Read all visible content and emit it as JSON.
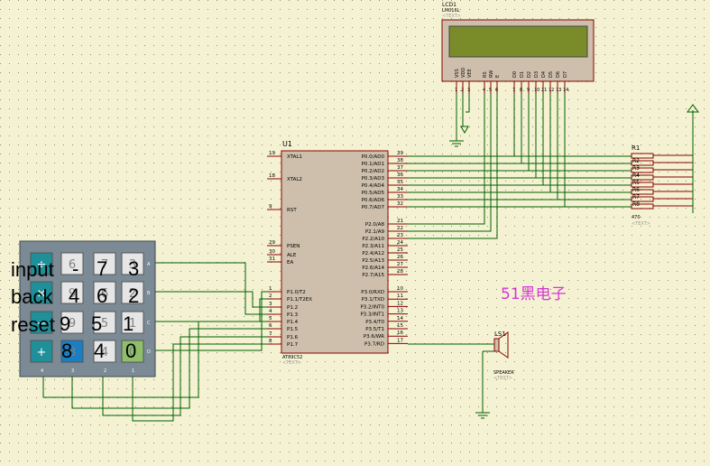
{
  "lcd": {
    "ref": "LCD1",
    "model": "LM016L",
    "text": "<TEXT>",
    "pins": [
      "VSS",
      "VDD",
      "VEE",
      "RS",
      "RW",
      "E",
      "D0",
      "D1",
      "D2",
      "D3",
      "D4",
      "D5",
      "D6",
      "D7"
    ],
    "pin_numbers": [
      "1",
      "2",
      "3",
      "4",
      "5",
      "6",
      "7",
      "8",
      "9",
      "10",
      "11",
      "12",
      "13",
      "14"
    ]
  },
  "mcu": {
    "ref": "U1",
    "model": "AT89C52",
    "text": "<TEXT>",
    "left_pins": [
      {
        "name": "XTAL1",
        "num": "19"
      },
      {
        "name": "XTAL2",
        "num": "18"
      },
      {
        "name": "RST",
        "num": "9"
      },
      {
        "name": "PSEN",
        "num": "29"
      },
      {
        "name": "ALE",
        "num": "30"
      },
      {
        "name": "EA",
        "num": "31"
      },
      {
        "name": "P1.0/T2",
        "num": "1"
      },
      {
        "name": "P1.1/T2EX",
        "num": "2"
      },
      {
        "name": "P1.2",
        "num": "3"
      },
      {
        "name": "P1.3",
        "num": "4"
      },
      {
        "name": "P1.4",
        "num": "5"
      },
      {
        "name": "P1.5",
        "num": "6"
      },
      {
        "name": "P1.6",
        "num": "7"
      },
      {
        "name": "P1.7",
        "num": "8"
      }
    ],
    "right_pins": [
      {
        "name": "P0.0/AD0",
        "num": "39"
      },
      {
        "name": "P0.1/AD1",
        "num": "38"
      },
      {
        "name": "P0.2/AD2",
        "num": "37"
      },
      {
        "name": "P0.3/AD3",
        "num": "36"
      },
      {
        "name": "P0.4/AD4",
        "num": "35"
      },
      {
        "name": "P0.5/AD5",
        "num": "34"
      },
      {
        "name": "P0.6/AD6",
        "num": "33"
      },
      {
        "name": "P0.7/AD7",
        "num": "32"
      },
      {
        "name": "P2.0/A8",
        "num": "21"
      },
      {
        "name": "P2.1/A9",
        "num": "22"
      },
      {
        "name": "P2.2/A10",
        "num": "23"
      },
      {
        "name": "P2.3/A11",
        "num": "24"
      },
      {
        "name": "P2.4/A12",
        "num": "25"
      },
      {
        "name": "P2.5/A13",
        "num": "26"
      },
      {
        "name": "P2.6/A14",
        "num": "27"
      },
      {
        "name": "P2.7/A15",
        "num": "28"
      },
      {
        "name": "P3.0/RXD",
        "num": "10"
      },
      {
        "name": "P3.1/TXD",
        "num": "11"
      },
      {
        "name": "P3.2/INT0",
        "num": "12"
      },
      {
        "name": "P3.3/INT1",
        "num": "13"
      },
      {
        "name": "P3.4/T0",
        "num": "14"
      },
      {
        "name": "P3.5/T1",
        "num": "15"
      },
      {
        "name": "P3.6/WR",
        "num": "16"
      },
      {
        "name": "P3.7/RD",
        "num": "17"
      }
    ]
  },
  "rpack": {
    "ref": "R1",
    "value": "470",
    "text": "<TEXT>",
    "labels": [
      "R2",
      "R3",
      "R4",
      "R5",
      "R6",
      "R7",
      "R8"
    ]
  },
  "speaker": {
    "ref": "LS1",
    "model": "SPEAKER",
    "text": "<TEXT>"
  },
  "keypad": {
    "keys": [
      {
        "label": "÷",
        "style": "teal"
      },
      {
        "label": "6",
        "style": "light"
      },
      {
        "label": "7",
        "style": "light"
      },
      {
        "label": "3",
        "style": "light"
      },
      {
        "label": "×",
        "style": "teal"
      },
      {
        "label": "9",
        "style": "light"
      },
      {
        "label": "6",
        "style": "light"
      },
      {
        "label": "2",
        "style": "light"
      },
      {
        "label": "−",
        "style": "teal"
      },
      {
        "label": "9",
        "style": "light"
      },
      {
        "label": "5",
        "style": "light"
      },
      {
        "label": "1",
        "style": "light"
      },
      {
        "label": "+",
        "style": "teal"
      },
      {
        "label": "8",
        "style": "blue"
      },
      {
        "label": "4",
        "style": "light"
      },
      {
        "label": "0",
        "style": "green"
      }
    ],
    "row_labels": [
      "A",
      "B",
      "C",
      "D"
    ],
    "col_labels": [
      "4",
      "3",
      "2",
      "1"
    ]
  },
  "overlay": {
    "input": "input",
    "back": "back",
    "reset": "reset",
    "row1": [
      "-",
      "7",
      "3"
    ],
    "row2": [
      "4",
      "6",
      "2"
    ],
    "row3": [
      "9",
      "5",
      "1"
    ],
    "row4": [
      "8",
      "4",
      "0"
    ]
  },
  "brand": "51黑电子",
  "colors": {
    "background": "#f4f2d2",
    "wire": "#006000",
    "component": "#8b0000",
    "body": "#cdbfac",
    "lcd_screen": "#7a8b2a"
  }
}
